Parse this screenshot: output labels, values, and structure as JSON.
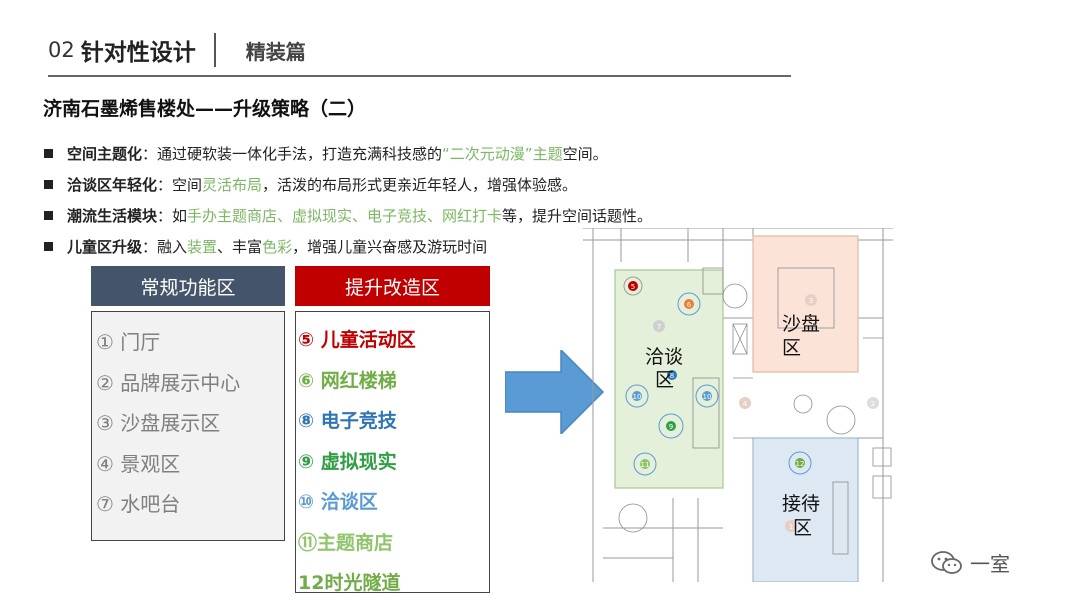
{
  "header": {
    "section_number": "02",
    "section_title": "针对性设计",
    "subsection": "精装篇"
  },
  "main_title": "济南石墨烯售楼处——升级策略（二）",
  "bullets": [
    {
      "label": "空间主题化",
      "parts": [
        {
          "t": "：通过硬软装一体化手法，打造充满科技感的",
          "g": false
        },
        {
          "t": "“二次元动漫”主题",
          "g": true
        },
        {
          "t": "空间。",
          "g": false
        }
      ]
    },
    {
      "label": "洽谈区年轻化",
      "parts": [
        {
          "t": "：空间",
          "g": false
        },
        {
          "t": "灵活布局",
          "g": true
        },
        {
          "t": "，活泼的布局形式更亲近年轻人，增强体验感。",
          "g": false
        }
      ]
    },
    {
      "label": "潮流生活模块",
      "parts": [
        {
          "t": "：如",
          "g": false
        },
        {
          "t": "手办主题商店、虚拟现实、电子竞技、网红打卡",
          "g": true
        },
        {
          "t": "等，提升空间话题性。",
          "g": false
        }
      ]
    },
    {
      "label": "儿童区升级",
      "parts": [
        {
          "t": "：融入",
          "g": false
        },
        {
          "t": "装置",
          "g": true
        },
        {
          "t": "、丰富",
          "g": false
        },
        {
          "t": "色彩",
          "g": true
        },
        {
          "t": "，增强儿童兴奋感及游玩时间",
          "g": false
        }
      ]
    }
  ],
  "regular_zone": {
    "title": "常规功能区",
    "items": [
      "① 门厅",
      "② 品牌展示中心",
      "③ 沙盘展示区",
      "④ 景观区",
      "⑦ 水吧台"
    ]
  },
  "upgrade_zone": {
    "title": "提升改造区",
    "items": [
      {
        "label": "⑤ 儿童活动区",
        "color": "#c00000"
      },
      {
        "label": "⑥ 网红楼梯",
        "color": "#70ad47"
      },
      {
        "label": "⑧ 电子竞技",
        "color": "#2e75b6"
      },
      {
        "label": "⑨ 虚拟现实",
        "color": "#2f9e44"
      },
      {
        "label": "⑩ 洽谈区",
        "color": "#5b9bd5"
      },
      {
        "label": "⑪主题商店",
        "color": "#8fc46a"
      },
      {
        "label": "12时光隧道",
        "color": "#70ad47"
      }
    ]
  },
  "plan": {
    "labels": [
      {
        "id": "negotiation",
        "lines": [
          "洽谈",
          "区"
        ]
      },
      {
        "id": "sandtable",
        "lines": [
          "沙盘",
          "区"
        ]
      },
      {
        "id": "reception",
        "lines": [
          "接待",
          "区"
        ]
      }
    ],
    "markers": [
      "5",
      "6",
      "7",
      "8",
      "9",
      "10",
      "10",
      "11",
      "12",
      "4",
      "3",
      "2",
      "1"
    ]
  },
  "colors": {
    "green_zone": "#e4f0da",
    "pink_zone": "#fbe3d8",
    "blue_zone": "#dde8f3",
    "arrow": "#5b9bd5"
  },
  "watermark": {
    "text": "一室",
    "icon": "wechat-icon"
  }
}
